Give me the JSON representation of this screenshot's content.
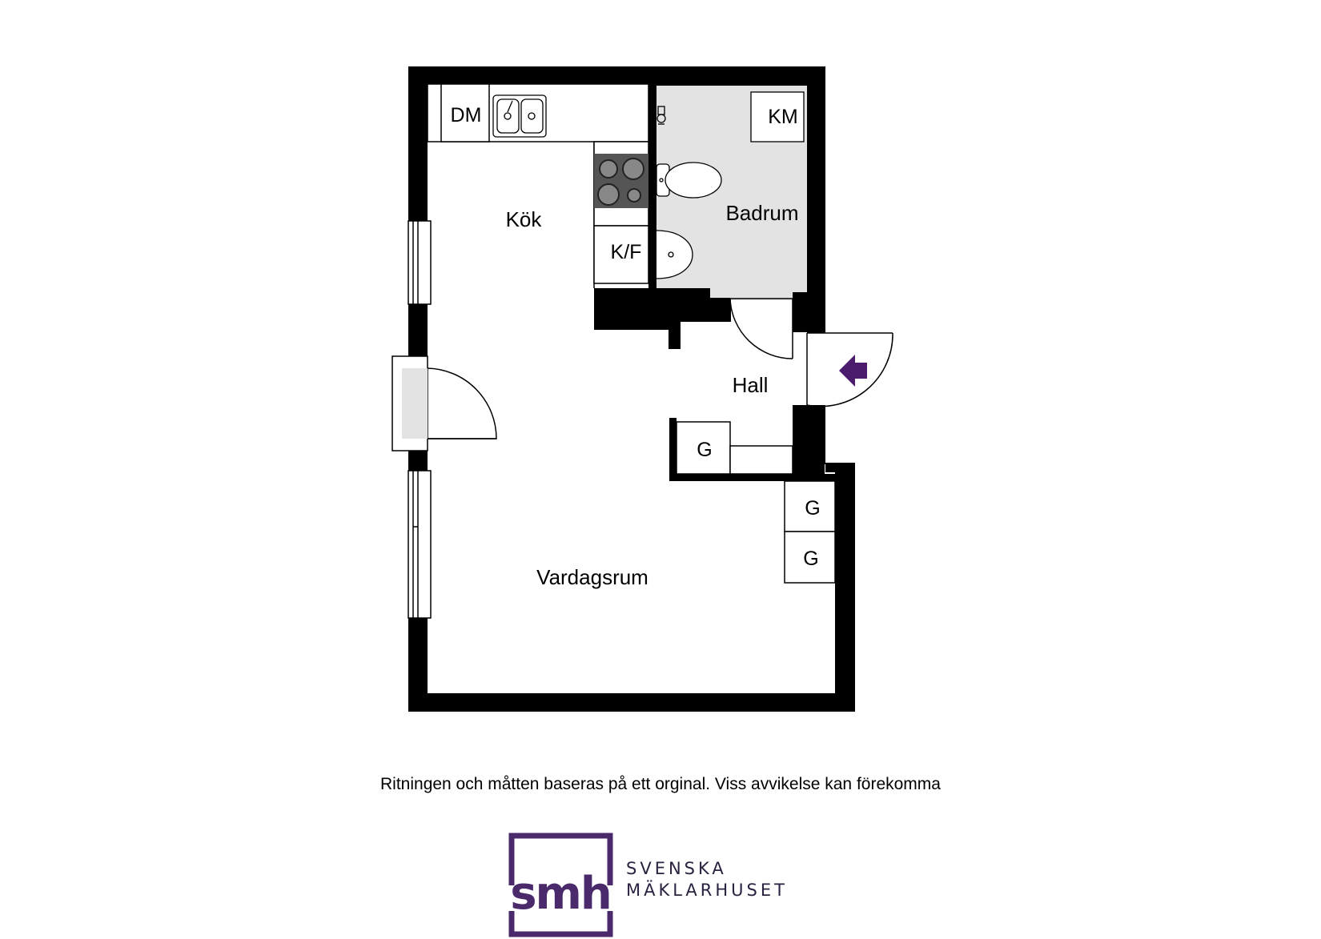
{
  "rooms": {
    "kitchen": "Kök",
    "bathroom": "Badrum",
    "hall": "Hall",
    "living": "Vardagsrum"
  },
  "fixtures": {
    "dishwasher": "DM",
    "washing_machine": "KM",
    "fridge_freezer": "K/F",
    "wardrobe_1": "G",
    "wardrobe_2": "G",
    "wardrobe_3": "G"
  },
  "disclaimer": "Ritningen och måtten baseras på ett orginal. Viss avvikelse kan förekomma",
  "brand": {
    "logo_text": "smh",
    "line1": "SVENSKA",
    "line2": "MÄKLARHUSET"
  },
  "colors": {
    "wall": "#000000",
    "bathroom_floor": "#e3e3e3",
    "brand_purple": "#4b2a6b",
    "entry_arrow": "#4b1c6e"
  },
  "icons": [
    "sink-icon",
    "stove-icon",
    "toilet-icon",
    "washbasin-icon",
    "shower-icon",
    "entrance-arrow-icon"
  ]
}
